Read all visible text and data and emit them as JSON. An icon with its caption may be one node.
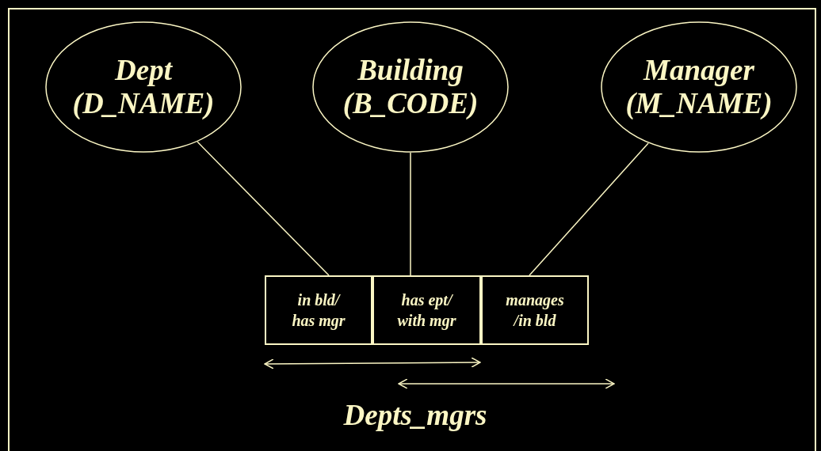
{
  "diagram": {
    "nodes": [
      {
        "text": [
          "Dept",
          "(D_NAME)"
        ]
      },
      {
        "text": [
          "Building",
          "(B_CODE)"
        ]
      },
      {
        "text": [
          "Manager",
          "(M_NAME)"
        ]
      },
      {
        "text": [
          "in bld/ has mgr"
        ]
      },
      {
        "text": [
          "has ept/ with mgr"
        ]
      },
      {
        "text": [
          "manages /in bld"
        ]
      }
    ],
    "edges": [
      {
        "from": 0,
        "to": 3,
        "arrow": "none"
      },
      {
        "from": 1,
        "to": 4,
        "arrow": "none"
      },
      {
        "from": 2,
        "to": 5,
        "arrow": "none"
      }
    ],
    "labels": [
      "Depts_mgrs"
    ]
  }
}
